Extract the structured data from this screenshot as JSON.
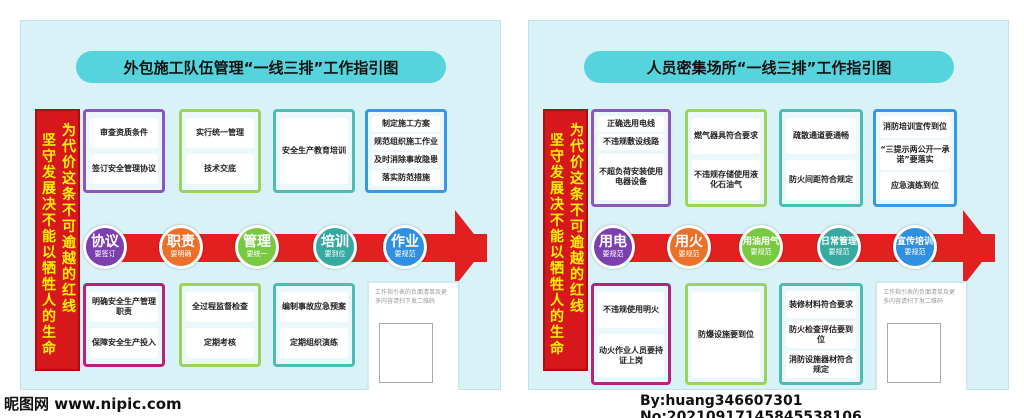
{
  "panel1": {
    "title": "外包施工队伍管理“一线三排”工作指引图",
    "slogan_right": "为代价这条不可逾越的红线",
    "slogan_left": "坚守发展决不能以牺牲人的生命",
    "circles": [
      {
        "big": "协议",
        "small": "要签订",
        "color": "#7b3fb0"
      },
      {
        "big": "职责",
        "small": "要明确",
        "color": "#e9712a"
      },
      {
        "big": "管理",
        "small": "要统一",
        "color": "#7ac943"
      },
      {
        "big": "培训",
        "small": "要到位",
        "color": "#36a9a1"
      },
      {
        "big": "作业",
        "small": "要规范",
        "color": "#2f8fe0"
      }
    ],
    "top_boxes": [
      {
        "cells": [
          "审查资质条件",
          "签订安全管理协议"
        ]
      },
      {
        "cells": [
          "实行统一管理",
          "技术交底"
        ]
      },
      {
        "cells": [
          "安全生产教育培训"
        ]
      },
      {
        "cells": [
          "制定施工方案",
          "规范组织施工作业",
          "及时消除事故隐患",
          "落实防范措施"
        ]
      }
    ],
    "bottom_boxes": [
      {
        "cells": [
          "明确安全生产管理职责",
          "保障安全生产投入"
        ]
      },
      {
        "cells": [
          "全过程监督检查",
          "定期考核"
        ]
      },
      {
        "cells": [
          "编制事故应急预案",
          "定期组织演练"
        ]
      }
    ],
    "qr_text": "工作指引表的负面清单及更多内容请扫下发二维码"
  },
  "panel2": {
    "title": "人员密集场所“一线三排”工作指引图",
    "slogan_right": "为代价这条不可逾越的红线",
    "slogan_left": "坚守发展决不能以牺牲人的生命",
    "circles": [
      {
        "big": "用电",
        "small": "要规范",
        "color": "#7b3fb0"
      },
      {
        "big": "用火",
        "small": "要规范",
        "color": "#e9712a"
      },
      {
        "big": "用油用气",
        "small": "要规范",
        "color": "#7ac943"
      },
      {
        "big": "日常管理",
        "small": "要规范",
        "color": "#36a9a1"
      },
      {
        "big": "宣传培训",
        "small": "要规范",
        "color": "#2f8fe0"
      }
    ],
    "top_boxes": [
      {
        "cells": [
          "正确选用电线",
          "不违规敷设线路",
          "不超负荷安装使用电器设备"
        ]
      },
      {
        "cells": [
          "燃气器具符合要求",
          "不违规存储使用液化石油气"
        ]
      },
      {
        "cells": [
          "疏散通道要通畅",
          "防火间距符合规定"
        ]
      },
      {
        "cells": [
          "消防培训宣传到位",
          "“三提示两公开一承诺”要落实",
          "应急演练到位"
        ]
      }
    ],
    "bottom_boxes": [
      {
        "cells": [
          "不违规使用明火",
          "动火作业人员要持证上岗"
        ]
      },
      {
        "cells": [
          "防爆设施要到位"
        ]
      },
      {
        "cells": [
          "装修材料符合要求",
          "防火检查评估要到位",
          "消防设施器材符合规定"
        ]
      }
    ],
    "qr_text": "工作指引表的负面清单及更多内容请扫下发二维码"
  },
  "watermark_left": "昵图网 www.nipic.com",
  "watermark_right": "By:huang346607301 No:20210917145845538106"
}
